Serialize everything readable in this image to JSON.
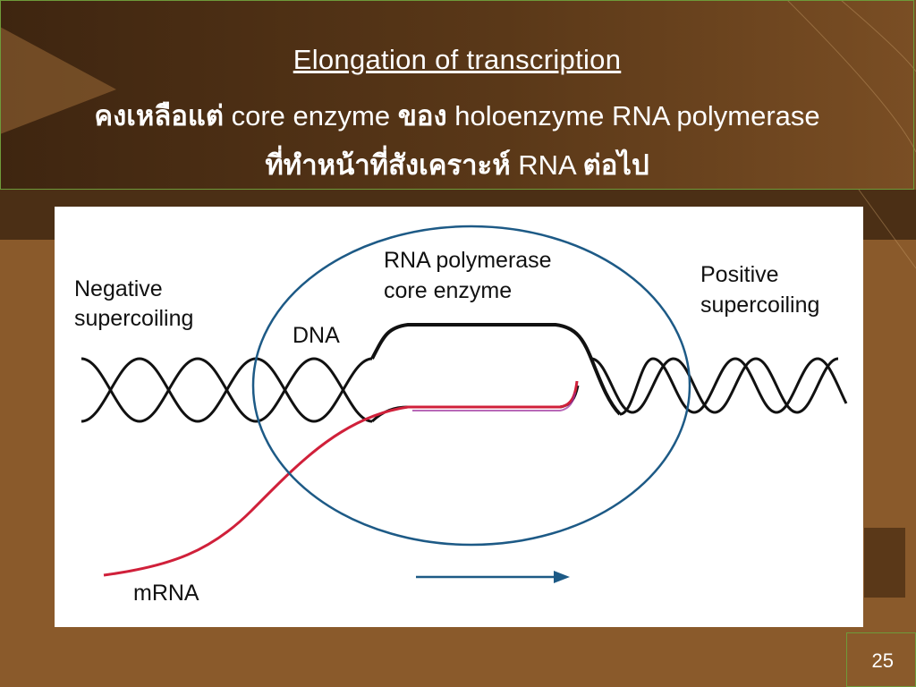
{
  "slide": {
    "title": "Elongation of transcription",
    "line2_thai_1": "คงเหลือแต่",
    "line2_en_1": " core enzyme ",
    "line2_thai_2": "ของ",
    "line2_en_2": " holoenzyme RNA polymerase",
    "line3_thai_1": "ที่ทำหน้าที่สังเคราะห์",
    "line3_en_1": "  RNA ",
    "line3_thai_2": "ต่อไป",
    "page_number": "25"
  },
  "figure": {
    "label_negative_1": "Negative",
    "label_negative_2": "supercoiling",
    "label_dna": "DNA",
    "label_enzyme_1": "RNA polymerase",
    "label_enzyme_2": "core enzyme",
    "label_positive_1": "Positive",
    "label_positive_2": "supercoiling",
    "label_mrna": "mRNA"
  },
  "colors": {
    "background": "#8a5a2b",
    "header_dark": "#4a2e14",
    "mrna": "#d0203a",
    "ellipse": "#1d5a86",
    "arrow": "#1d5a86"
  }
}
